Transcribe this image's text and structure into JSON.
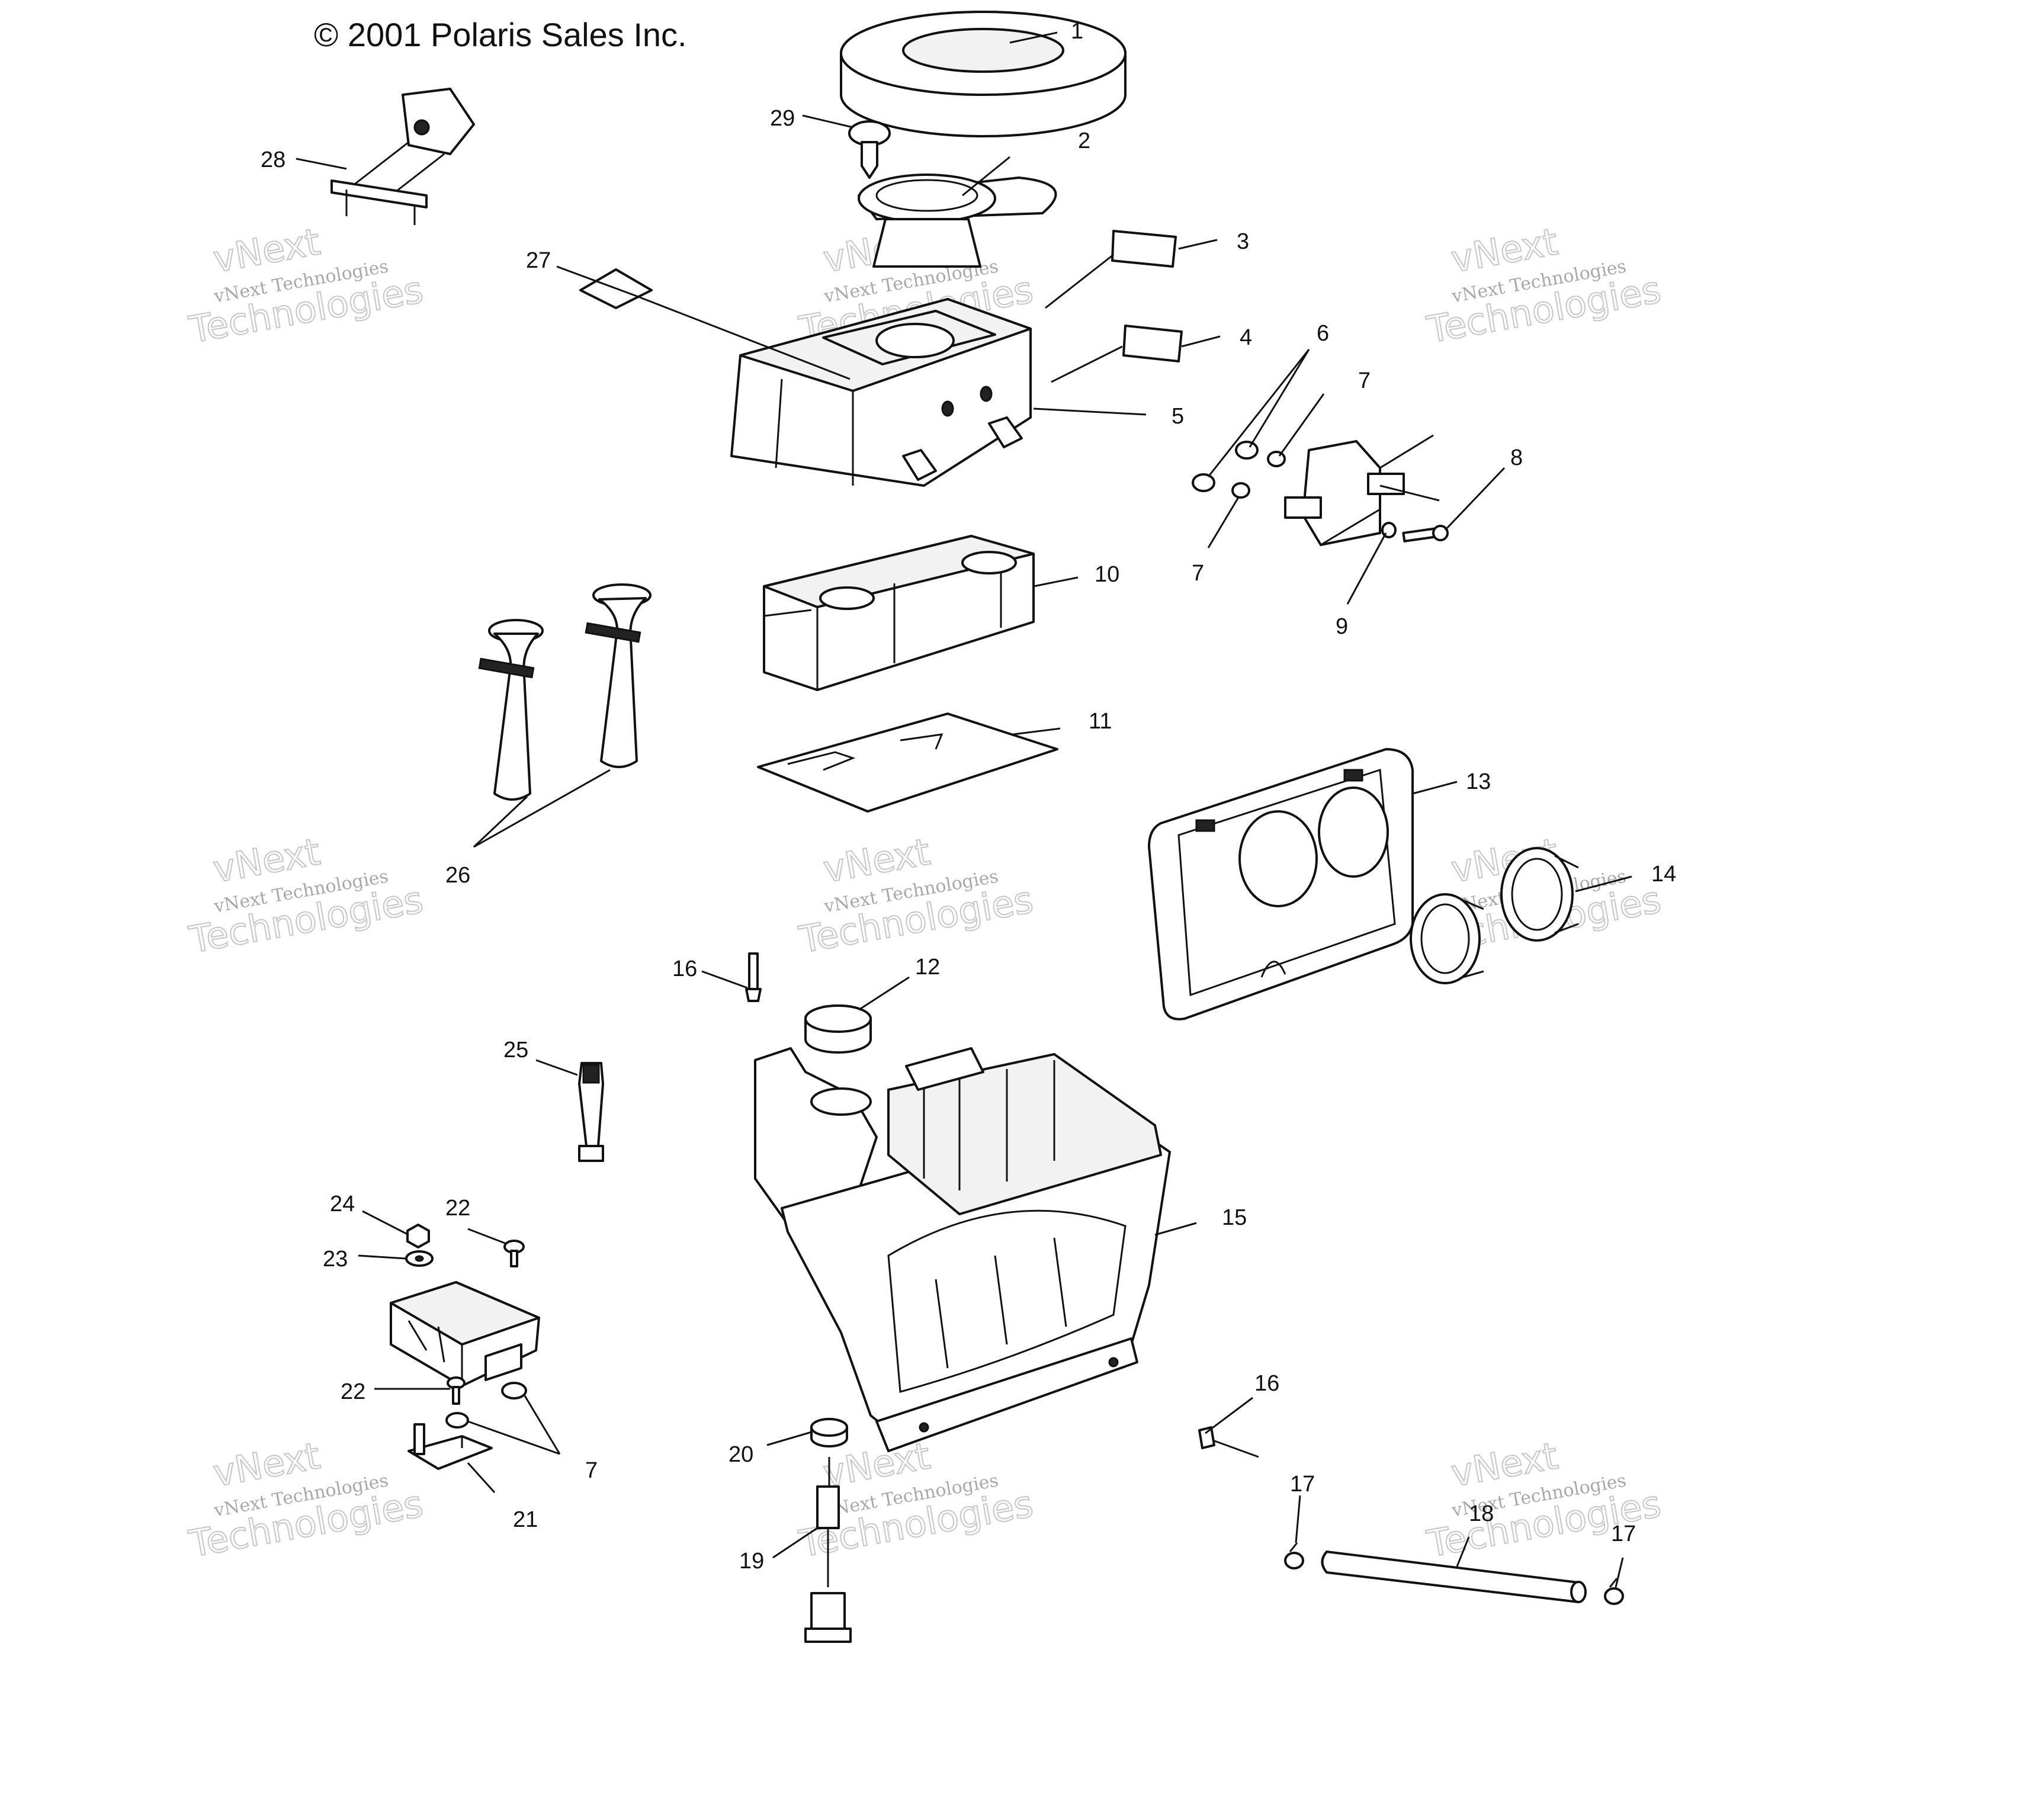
{
  "copyright": "© 2001 Polaris Sales Inc.",
  "watermark": {
    "line1": "vNext",
    "line2": "vNext Technologies",
    "line3": "Technologies"
  },
  "callouts": [
    "1",
    "2",
    "3",
    "4",
    "5",
    "6",
    "7",
    "7",
    "8",
    "9",
    "10",
    "11",
    "13",
    "14",
    "12",
    "16",
    "25",
    "15",
    "26",
    "27",
    "28",
    "29",
    "24",
    "22",
    "23",
    "22",
    "7",
    "21",
    "20",
    "19",
    "16",
    "17",
    "18",
    "17"
  ]
}
